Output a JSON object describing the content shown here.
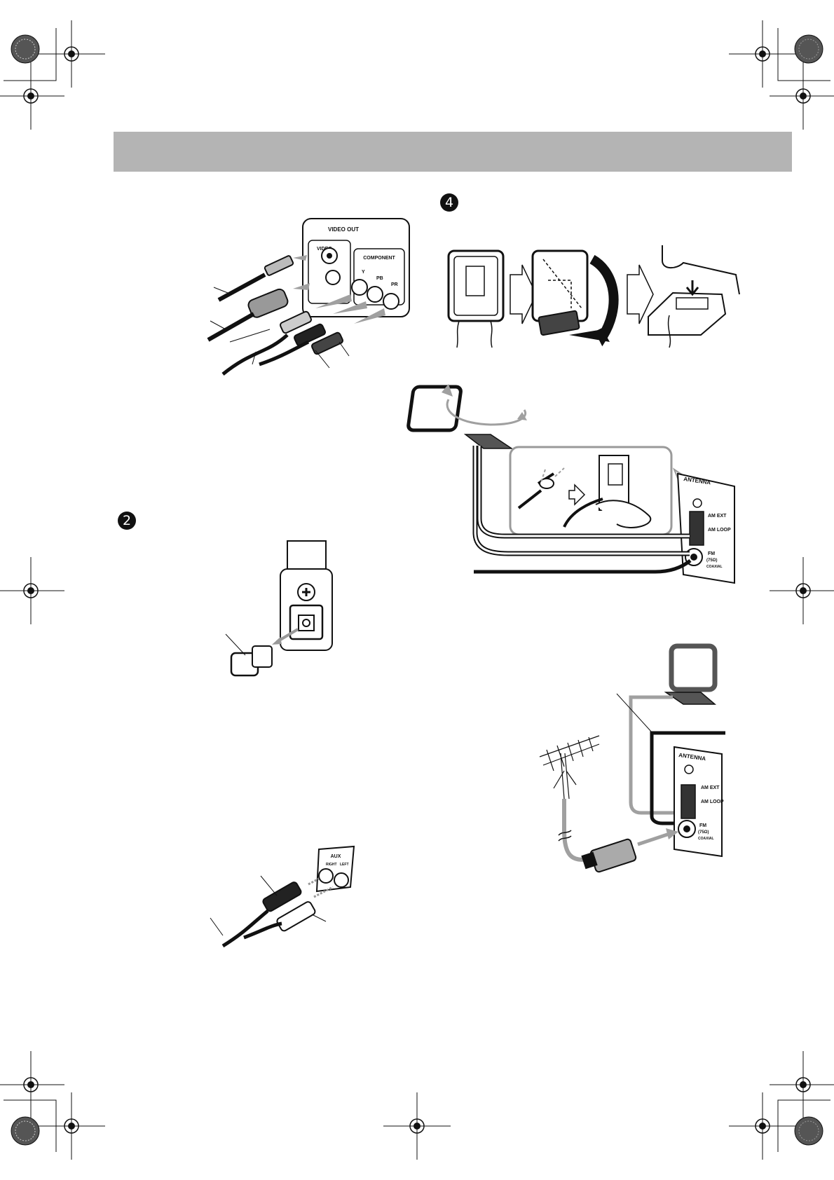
{
  "step_markers": {
    "step_2": "2",
    "step_4": "4"
  },
  "panel_labels": {
    "video_out": "VIDEO OUT",
    "video": "VIDEO",
    "component": "COMPONENT",
    "comp_y": "Y",
    "comp_pb": "PB",
    "comp_pr": "PR",
    "aux": "AUX",
    "aux_right": "RIGHT",
    "aux_left": "LEFT",
    "antenna": "ANTENNA",
    "am_ext": "AM EXT",
    "am_loop": "AM LOOP",
    "fm_line1": "FM",
    "fm_line2": "(75Ω)",
    "fm_line3": "COAXIAL"
  },
  "colors": {
    "header_band": "#b4b4b4",
    "line": "#111111",
    "arrow_gray": "#a0a0a0",
    "highlight_frame": "#9a9a9a"
  }
}
